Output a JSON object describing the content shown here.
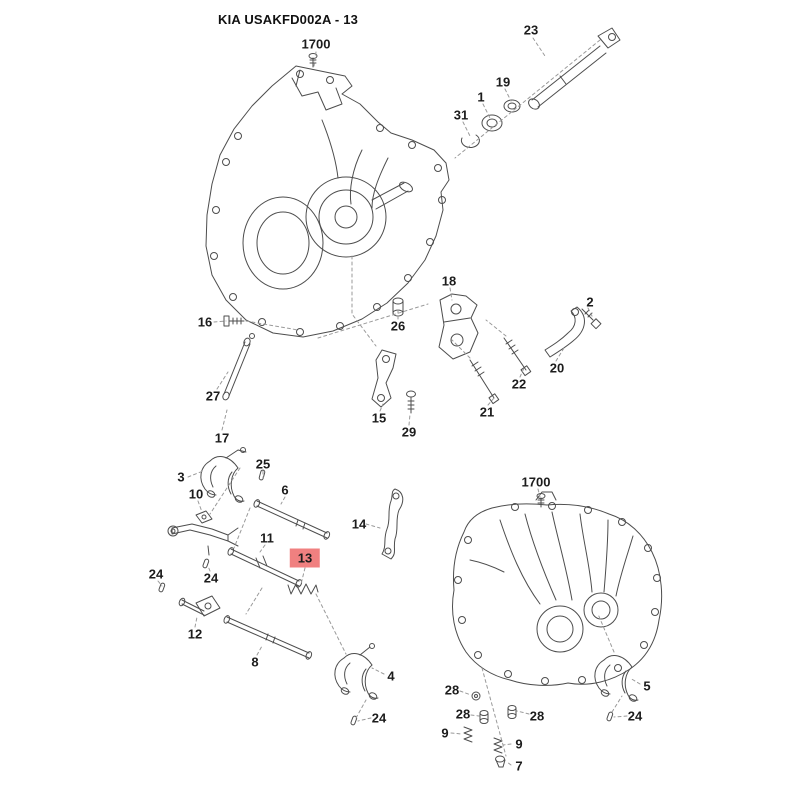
{
  "title": "KIA USAKFD002A - 13",
  "highlight": {
    "selected_part": "13",
    "color": "#f08080"
  },
  "labels": {
    "t1700_a": {
      "text": "1700"
    },
    "n23": {
      "text": "23"
    },
    "n19": {
      "text": "19"
    },
    "n1": {
      "text": "1"
    },
    "n31": {
      "text": "31"
    },
    "n18": {
      "text": "18"
    },
    "n2": {
      "text": "2"
    },
    "n16": {
      "text": "16"
    },
    "n26": {
      "text": "26"
    },
    "n20": {
      "text": "20"
    },
    "n22": {
      "text": "22"
    },
    "n21": {
      "text": "21"
    },
    "n27": {
      "text": "27"
    },
    "n17": {
      "text": "17"
    },
    "n15": {
      "text": "15"
    },
    "n29": {
      "text": "29"
    },
    "n3": {
      "text": "3"
    },
    "n25": {
      "text": "25"
    },
    "n10": {
      "text": "10"
    },
    "n6": {
      "text": "6"
    },
    "n14": {
      "text": "14"
    },
    "t1700_b": {
      "text": "1700"
    },
    "n11": {
      "text": "11"
    },
    "n13": {
      "text": "13"
    },
    "n24_a": {
      "text": "24"
    },
    "n24_b": {
      "text": "24"
    },
    "n12": {
      "text": "12"
    },
    "n8": {
      "text": "8"
    },
    "n4": {
      "text": "4"
    },
    "n24_c": {
      "text": "24"
    },
    "n5": {
      "text": "5"
    },
    "n24_d": {
      "text": "24"
    },
    "n28_a": {
      "text": "28"
    },
    "n28_b": {
      "text": "28"
    },
    "n28_c": {
      "text": "28"
    },
    "n9_a": {
      "text": "9"
    },
    "n9_b": {
      "text": "9"
    },
    "n7": {
      "text": "7"
    }
  }
}
